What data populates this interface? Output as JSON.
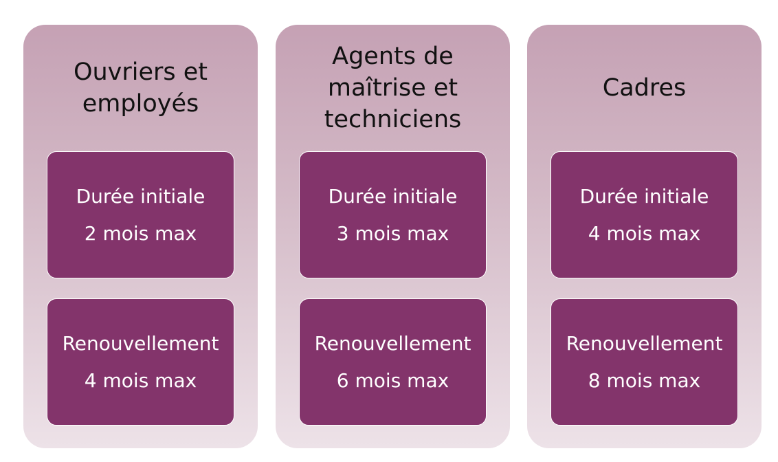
{
  "colors": {
    "column_background_top": "#c5a1b4",
    "column_background_bottom": "#ede2e8",
    "box_fill": "#83346b",
    "box_text": "#ffffff",
    "title_text": "#111111"
  },
  "columns": [
    {
      "title": "Ouvriers et\nemployés",
      "initial": {
        "label": "Durée initiale",
        "value": "2 mois max"
      },
      "renewal": {
        "label": "Renouvellement",
        "value": "4 mois max"
      }
    },
    {
      "title": "Agents de\nmaîtrise et\ntechniciens",
      "initial": {
        "label": "Durée initiale",
        "value": "3 mois max"
      },
      "renewal": {
        "label": "Renouvellement",
        "value": "6 mois max"
      }
    },
    {
      "title": "Cadres",
      "initial": {
        "label": "Durée initiale",
        "value": "4 mois max"
      },
      "renewal": {
        "label": "Renouvellement",
        "value": "8 mois max"
      }
    }
  ]
}
